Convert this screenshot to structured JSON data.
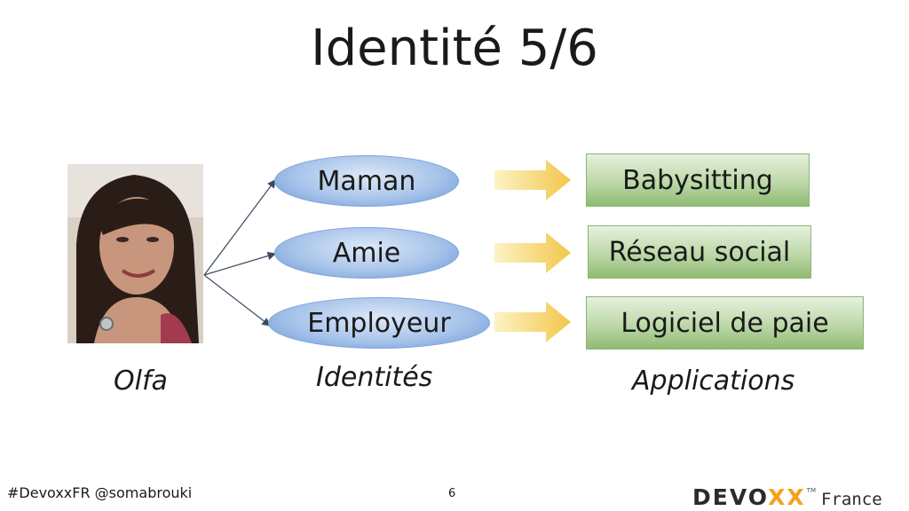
{
  "slide": {
    "title": "Identité 5/6",
    "page_number": "6",
    "footer_text": "#DevoxxFR @somabrouki"
  },
  "person": {
    "caption": "Olfa"
  },
  "identities": {
    "caption": "Identités",
    "items": [
      "Maman",
      "Amie",
      "Employeur"
    ]
  },
  "applications": {
    "caption": "Applications",
    "items": [
      "Babysitting",
      "Réseau social",
      "Logiciel de paie"
    ]
  },
  "logo": {
    "word_start": "DEVO",
    "word_x": "XX",
    "tm": "TM",
    "sub": "France"
  },
  "colors": {
    "identity_fill": "#a8c4ea",
    "application_fill": "#bcd8a8",
    "arrow_fill": "#f7d56a",
    "logo_accent": "#f5a21b"
  }
}
